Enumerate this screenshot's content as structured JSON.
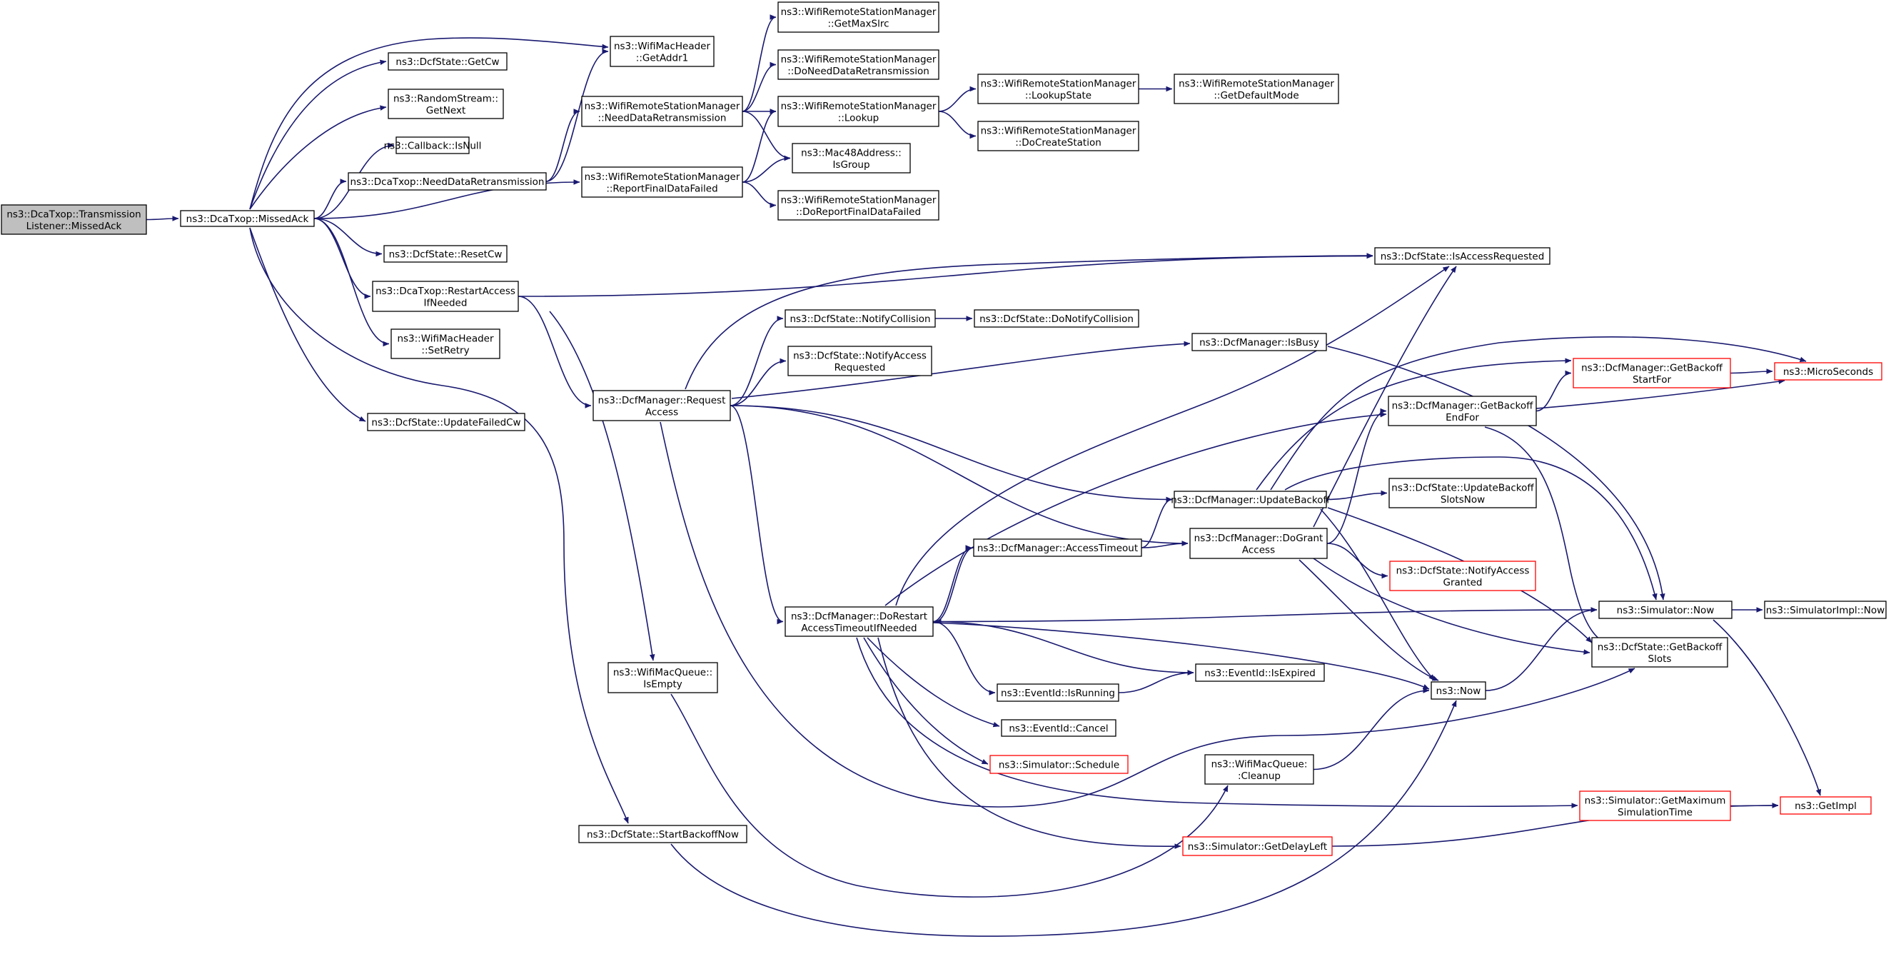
{
  "colors": {
    "edge": "#191970",
    "border": "#000000",
    "border_external": "#ff0000",
    "root_fill": "#bfbfbf",
    "node_fill": "#ffffff"
  },
  "nodes": [
    {
      "id": "root",
      "lines": [
        "ns3::DcaTxop::Transmission",
        "Listener::MissedAck"
      ],
      "kind": "root"
    },
    {
      "id": "missedack",
      "lines": [
        "ns3::DcaTxop::MissedAck"
      ],
      "kind": "normal"
    },
    {
      "id": "getaddr1",
      "lines": [
        "ns3::WifiMacHeader",
        "::GetAddr1"
      ],
      "kind": "normal"
    },
    {
      "id": "getcw",
      "lines": [
        "ns3::DcfState::GetCw"
      ],
      "kind": "normal"
    },
    {
      "id": "getnext",
      "lines": [
        "ns3::RandomStream::",
        "GetNext"
      ],
      "kind": "normal"
    },
    {
      "id": "isnull",
      "lines": [
        "ns3::Callback::IsNull"
      ],
      "kind": "normal"
    },
    {
      "id": "needdataretx",
      "lines": [
        "ns3::DcaTxop::NeedDataRetransmission"
      ],
      "kind": "normal"
    },
    {
      "id": "resetcw",
      "lines": [
        "ns3::DcfState::ResetCw"
      ],
      "kind": "normal"
    },
    {
      "id": "restartaccess",
      "lines": [
        "ns3::DcaTxop::RestartAccess",
        "IfNeeded"
      ],
      "kind": "normal"
    },
    {
      "id": "setretry",
      "lines": [
        "ns3::WifiMacHeader",
        "::SetRetry"
      ],
      "kind": "normal"
    },
    {
      "id": "updatefailedcw",
      "lines": [
        "ns3::DcfState::UpdateFailedCw"
      ],
      "kind": "normal"
    },
    {
      "id": "wrsm_needdataretx",
      "lines": [
        "ns3::WifiRemoteStationManager",
        "::NeedDataRetransmission"
      ],
      "kind": "normal"
    },
    {
      "id": "wrsm_reportfinal",
      "lines": [
        "ns3::WifiRemoteStationManager",
        "::ReportFinalDataFailed"
      ],
      "kind": "normal"
    },
    {
      "id": "getmaxslrc",
      "lines": [
        "ns3::WifiRemoteStationManager",
        "::GetMaxSlrc"
      ],
      "kind": "normal"
    },
    {
      "id": "doneeddataretx",
      "lines": [
        "ns3::WifiRemoteStationManager",
        "::DoNeedDataRetransmission"
      ],
      "kind": "normal"
    },
    {
      "id": "lookup",
      "lines": [
        "ns3::WifiRemoteStationManager",
        "::Lookup"
      ],
      "kind": "normal"
    },
    {
      "id": "isgroup",
      "lines": [
        "ns3::Mac48Address::",
        "IsGroup"
      ],
      "kind": "normal"
    },
    {
      "id": "doreportfinal",
      "lines": [
        "ns3::WifiRemoteStationManager",
        "::DoReportFinalDataFailed"
      ],
      "kind": "normal"
    },
    {
      "id": "lookupstate",
      "lines": [
        "ns3::WifiRemoteStationManager",
        "::LookupState"
      ],
      "kind": "normal"
    },
    {
      "id": "docreatestation",
      "lines": [
        "ns3::WifiRemoteStationManager",
        "::DoCreateStation"
      ],
      "kind": "normal"
    },
    {
      "id": "getdefaultmode",
      "lines": [
        "ns3::WifiRemoteStationManager",
        "::GetDefaultMode"
      ],
      "kind": "normal"
    },
    {
      "id": "isaccessrequested",
      "lines": [
        "ns3::DcfState::IsAccessRequested"
      ],
      "kind": "normal"
    },
    {
      "id": "notifycollision",
      "lines": [
        "ns3::DcfState::NotifyCollision"
      ],
      "kind": "normal"
    },
    {
      "id": "donotifycollision",
      "lines": [
        "ns3::DcfState::DoNotifyCollision"
      ],
      "kind": "normal"
    },
    {
      "id": "notifyaccessreq",
      "lines": [
        "ns3::DcfState::NotifyAccess",
        "Requested"
      ],
      "kind": "normal"
    },
    {
      "id": "requestaccess",
      "lines": [
        "ns3::DcfManager::Request",
        "Access"
      ],
      "kind": "normal"
    },
    {
      "id": "isbusy",
      "lines": [
        "ns3::DcfManager::IsBusy"
      ],
      "kind": "normal"
    },
    {
      "id": "getbackoffstartfor",
      "lines": [
        "ns3::DcfManager::GetBackoff",
        "StartFor"
      ],
      "kind": "external"
    },
    {
      "id": "microseconds",
      "lines": [
        "ns3::MicroSeconds"
      ],
      "kind": "external"
    },
    {
      "id": "getbackoffendfor",
      "lines": [
        "ns3::DcfManager::GetBackoff",
        "EndFor"
      ],
      "kind": "normal"
    },
    {
      "id": "updatebackoff",
      "lines": [
        "ns3::DcfManager::UpdateBackoff"
      ],
      "kind": "normal"
    },
    {
      "id": "updatebackoffslotsnow",
      "lines": [
        "ns3::DcfState::UpdateBackoff",
        "SlotsNow"
      ],
      "kind": "normal"
    },
    {
      "id": "accesstimeout",
      "lines": [
        "ns3::DcfManager::AccessTimeout"
      ],
      "kind": "normal"
    },
    {
      "id": "dograntaccess",
      "lines": [
        "ns3::DcfManager::DoGrant",
        "Access"
      ],
      "kind": "normal"
    },
    {
      "id": "notifyaccessgranted",
      "lines": [
        "ns3::DcfState::NotifyAccess",
        "Granted"
      ],
      "kind": "external"
    },
    {
      "id": "dorestart",
      "lines": [
        "ns3::DcfManager::DoRestart",
        "AccessTimeoutIfNeeded"
      ],
      "kind": "normal"
    },
    {
      "id": "simnow",
      "lines": [
        "ns3::Simulator::Now"
      ],
      "kind": "normal"
    },
    {
      "id": "simimplnow",
      "lines": [
        "ns3::SimulatorImpl::Now"
      ],
      "kind": "normal"
    },
    {
      "id": "getbackoffslots",
      "lines": [
        "ns3::DcfState::GetBackoff",
        "Slots"
      ],
      "kind": "normal"
    },
    {
      "id": "wifimacqueue_isempty",
      "lines": [
        "ns3::WifiMacQueue::",
        "IsEmpty"
      ],
      "kind": "normal"
    },
    {
      "id": "isexpired",
      "lines": [
        "ns3::EventId::IsExpired"
      ],
      "kind": "normal"
    },
    {
      "id": "isrunning",
      "lines": [
        "ns3::EventId::IsRunning"
      ],
      "kind": "normal"
    },
    {
      "id": "now",
      "lines": [
        "ns3::Now"
      ],
      "kind": "normal"
    },
    {
      "id": "cancel",
      "lines": [
        "ns3::EventId::Cancel"
      ],
      "kind": "normal"
    },
    {
      "id": "schedule",
      "lines": [
        "ns3::Simulator::Schedule"
      ],
      "kind": "external"
    },
    {
      "id": "cleanup",
      "lines": [
        "ns3::WifiMacQueue:",
        ":Cleanup"
      ],
      "kind": "normal"
    },
    {
      "id": "getmaxsimtime",
      "lines": [
        "ns3::Simulator::GetMaximum",
        "SimulationTime"
      ],
      "kind": "external"
    },
    {
      "id": "getimpl",
      "lines": [
        "ns3::GetImpl"
      ],
      "kind": "external"
    },
    {
      "id": "startbackoffnow",
      "lines": [
        "ns3::DcfState::StartBackoffNow"
      ],
      "kind": "normal"
    },
    {
      "id": "getdelayleft",
      "lines": [
        "ns3::Simulator::GetDelayLeft"
      ],
      "kind": "external"
    }
  ],
  "edges": [
    [
      "root",
      "missedack"
    ],
    [
      "missedack",
      "getaddr1"
    ],
    [
      "missedack",
      "getcw"
    ],
    [
      "missedack",
      "getnext"
    ],
    [
      "missedack",
      "isnull"
    ],
    [
      "missedack",
      "needdataretx"
    ],
    [
      "missedack",
      "wrsm_reportfinal"
    ],
    [
      "missedack",
      "resetcw"
    ],
    [
      "missedack",
      "restartaccess"
    ],
    [
      "missedack",
      "setretry"
    ],
    [
      "missedack",
      "updatefailedcw"
    ],
    [
      "missedack",
      "startbackoffnow"
    ],
    [
      "needdataretx",
      "getaddr1"
    ],
    [
      "needdataretx",
      "wrsm_needdataretx"
    ],
    [
      "wrsm_needdataretx",
      "getmaxslrc"
    ],
    [
      "wrsm_needdataretx",
      "doneeddataretx"
    ],
    [
      "wrsm_needdataretx",
      "lookup"
    ],
    [
      "wrsm_needdataretx",
      "isgroup"
    ],
    [
      "wrsm_reportfinal",
      "lookup"
    ],
    [
      "wrsm_reportfinal",
      "isgroup"
    ],
    [
      "wrsm_reportfinal",
      "doreportfinal"
    ],
    [
      "lookup",
      "lookupstate"
    ],
    [
      "lookup",
      "docreatestation"
    ],
    [
      "lookupstate",
      "getdefaultmode"
    ],
    [
      "restartaccess",
      "isaccessrequested"
    ],
    [
      "restartaccess",
      "requestaccess"
    ],
    [
      "restartaccess",
      "wifimacqueue_isempty"
    ],
    [
      "requestaccess",
      "isaccessrequested"
    ],
    [
      "requestaccess",
      "notifycollision"
    ],
    [
      "requestaccess",
      "notifyaccessreq"
    ],
    [
      "requestaccess",
      "isbusy"
    ],
    [
      "requestaccess",
      "updatebackoff"
    ],
    [
      "requestaccess",
      "dograntaccess"
    ],
    [
      "requestaccess",
      "dorestart"
    ],
    [
      "requestaccess",
      "getbackoffslots"
    ],
    [
      "notifycollision",
      "donotifycollision"
    ],
    [
      "isbusy",
      "simnow"
    ],
    [
      "getbackoffstartfor",
      "microseconds"
    ],
    [
      "getbackoffendfor",
      "getbackoffstartfor"
    ],
    [
      "getbackoffendfor",
      "microseconds"
    ],
    [
      "getbackoffendfor",
      "getbackoffslots"
    ],
    [
      "updatebackoff",
      "getbackoffstartfor"
    ],
    [
      "updatebackoff",
      "updatebackoffslotsnow"
    ],
    [
      "updatebackoff",
      "microseconds"
    ],
    [
      "updatebackoff",
      "simnow"
    ],
    [
      "updatebackoff",
      "getbackoffslots"
    ],
    [
      "updatebackoff",
      "now"
    ],
    [
      "accesstimeout",
      "updatebackoff"
    ],
    [
      "accesstimeout",
      "dograntaccess"
    ],
    [
      "accesstimeout",
      "dorestart"
    ],
    [
      "dograntaccess",
      "isaccessrequested"
    ],
    [
      "dograntaccess",
      "getbackoffendfor"
    ],
    [
      "dograntaccess",
      "notifyaccessgranted"
    ],
    [
      "dograntaccess",
      "getbackoffslots"
    ],
    [
      "dograntaccess",
      "now"
    ],
    [
      "dorestart",
      "isaccessrequested"
    ],
    [
      "dorestart",
      "getbackoffendfor"
    ],
    [
      "dorestart",
      "accesstimeout"
    ],
    [
      "dorestart",
      "simnow"
    ],
    [
      "dorestart",
      "isexpired"
    ],
    [
      "dorestart",
      "isrunning"
    ],
    [
      "dorestart",
      "now"
    ],
    [
      "dorestart",
      "cancel"
    ],
    [
      "dorestart",
      "schedule"
    ],
    [
      "dorestart",
      "getmaxsimtime"
    ],
    [
      "dorestart",
      "getdelayleft"
    ],
    [
      "isrunning",
      "isexpired"
    ],
    [
      "simnow",
      "simimplnow"
    ],
    [
      "simnow",
      "getimpl"
    ],
    [
      "now",
      "simnow"
    ],
    [
      "cleanup",
      "now"
    ],
    [
      "wifimacqueue_isempty",
      "cleanup"
    ],
    [
      "getmaxsimtime",
      "getimpl"
    ],
    [
      "getdelayleft",
      "getimpl"
    ],
    [
      "startbackoffnow",
      "now"
    ]
  ]
}
